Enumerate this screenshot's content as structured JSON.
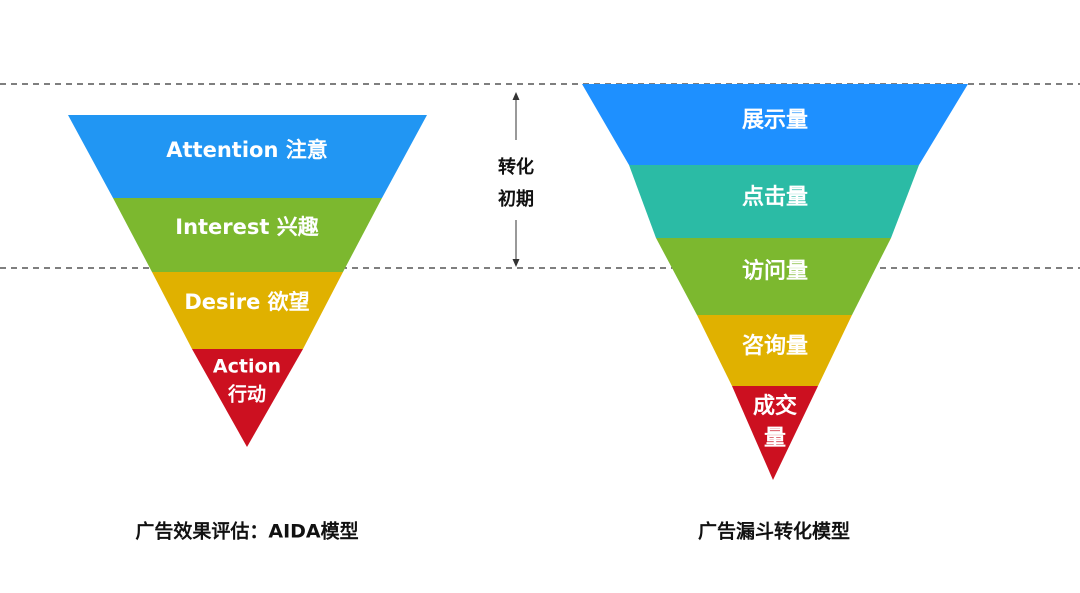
{
  "aida_model": {
    "caption": "广告效果评估：AIDA模型",
    "levels": [
      {
        "lines": [
          "Attention 注意"
        ],
        "color": "#2196f3"
      },
      {
        "lines": [
          "Interest 兴趣"
        ],
        "color": "#7cb82f"
      },
      {
        "lines": [
          "Desire 欲望"
        ],
        "color": "#e0b100"
      },
      {
        "lines": [
          "Action",
          "行动"
        ],
        "color": "#cc1020"
      }
    ]
  },
  "conversion_model": {
    "caption": "广告漏斗转化模型",
    "levels": [
      {
        "lines": [
          "展示量"
        ],
        "color": "#1e90ff"
      },
      {
        "lines": [
          "点击量"
        ],
        "color": "#2bbba5"
      },
      {
        "lines": [
          "访问量"
        ],
        "color": "#7cb82f"
      },
      {
        "lines": [
          "咨询量"
        ],
        "color": "#e0b100"
      },
      {
        "lines": [
          "成交",
          "量"
        ],
        "color": "#cc1020"
      }
    ]
  },
  "annotation": {
    "lines": [
      "转化",
      "初期"
    ]
  }
}
